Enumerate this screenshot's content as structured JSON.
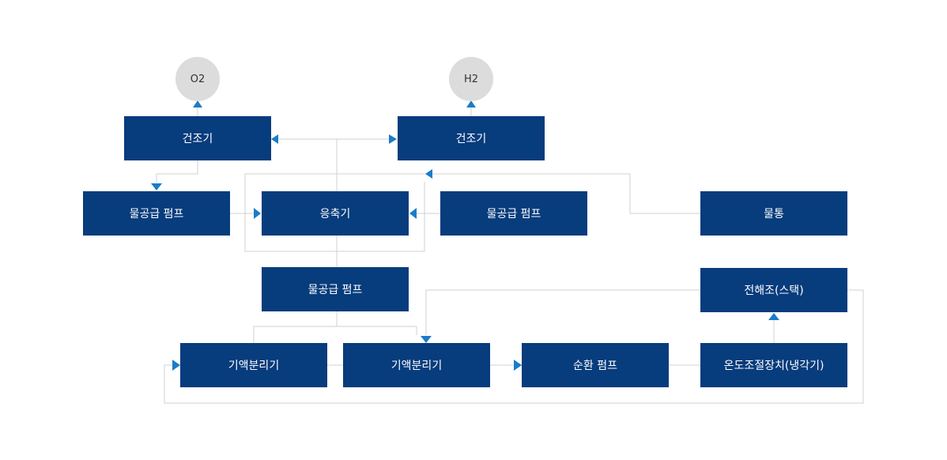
{
  "colors": {
    "box": "#073c7d",
    "box_text": "#ffffff",
    "line": "#d0d0d0",
    "arrow": "#1a7cc9",
    "circle": "#dcdcdc"
  },
  "outputs": {
    "o2": "O2",
    "h2": "H2"
  },
  "nodes": {
    "dryer_left": "건조기",
    "dryer_right": "건조기",
    "pump_left": "물공급 펌프",
    "condenser": "응축기",
    "pump_mid": "물공급 펌프",
    "water_tank": "물통",
    "pump_lower": "물공급 펌프",
    "electrolyzer": "전해조(스택)",
    "separator_left": "기액분리기",
    "separator_right": "기액분리기",
    "circulation_pump": "순환 펌프",
    "temp_controller": "온도조절장치(냉각기)"
  }
}
